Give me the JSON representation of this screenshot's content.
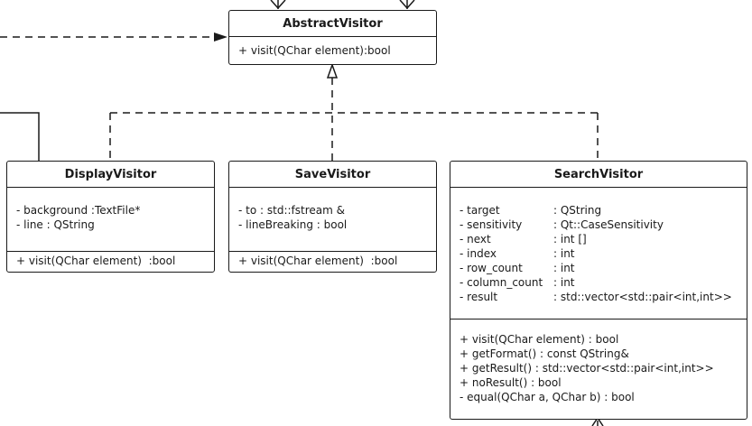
{
  "diagram": {
    "abstract_visitor": {
      "name": "AbstractVisitor",
      "methods": [
        "+ visit(QChar element):bool"
      ]
    },
    "display_visitor": {
      "name": "DisplayVisitor",
      "attributes": [
        "- background :TextFile*",
        "- line : QString"
      ],
      "methods": [
        "+ visit(QChar element)  :bool"
      ]
    },
    "save_visitor": {
      "name": "SaveVisitor",
      "attributes": [
        "- to : std::fstream &",
        "- lineBreaking : bool"
      ],
      "methods": [
        "+ visit(QChar element)  :bool"
      ]
    },
    "search_visitor": {
      "name": "SearchVisitor",
      "attributes": [
        {
          "name": "- target",
          "type": ": QString"
        },
        {
          "name": "- sensitivity",
          "type": ": Qt::CaseSensitivity"
        },
        {
          "name": "- next",
          "type": ": int []"
        },
        {
          "name": "- index",
          "type": ": int"
        },
        {
          "name": "- row_count",
          "type": ": int"
        },
        {
          "name": "- column_count",
          "type": ": int"
        },
        {
          "name": "- result",
          "type": ": std::vector<std::pair<int,int>>"
        }
      ],
      "methods": [
        "+ visit(QChar element) : bool",
        "+ getFormat() : const QString&",
        "+ getResult() : std::vector<std::pair<int,int>>",
        "+ noResult() : bool",
        "- equal(QChar a, QChar b) : bool"
      ]
    }
  },
  "colors": {
    "line": "#1a1a1a",
    "background": "#ffffff"
  }
}
